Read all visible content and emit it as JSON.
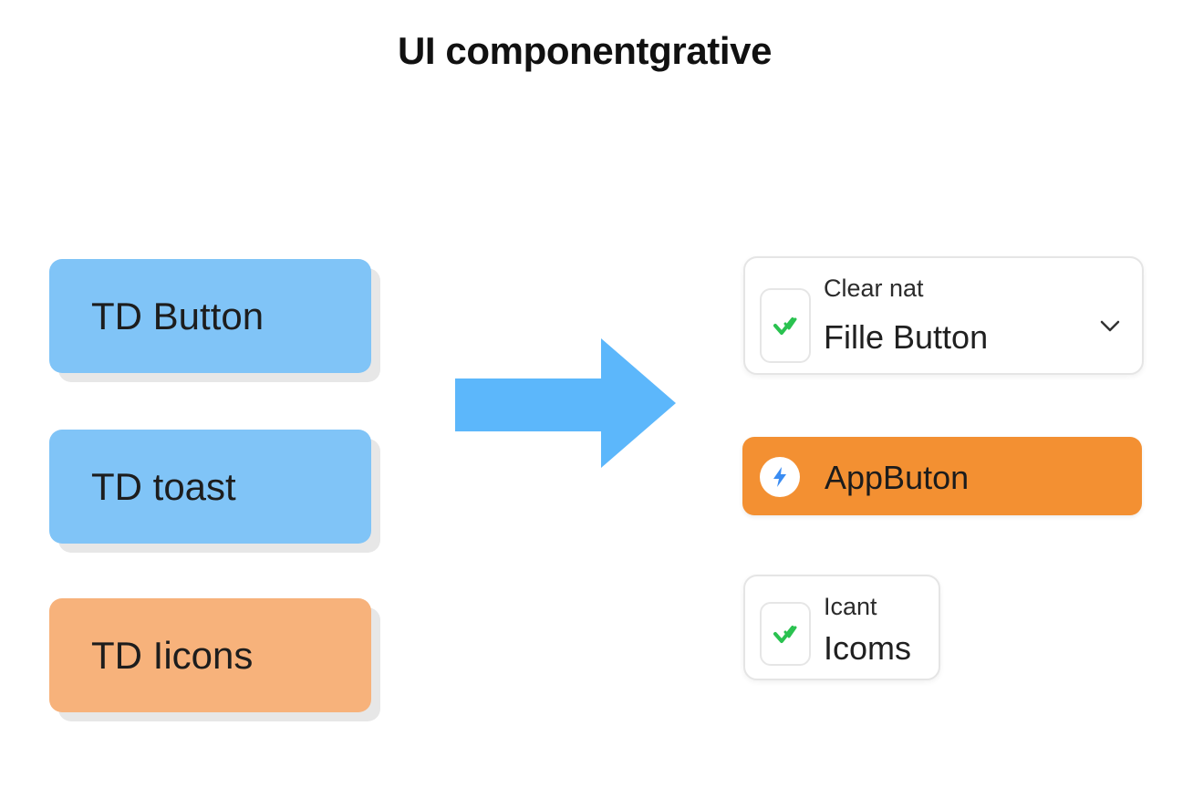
{
  "title": "UI componentgrative",
  "left_cards": [
    {
      "label": "TD Button",
      "color": "#80c4f7"
    },
    {
      "label": "TD toast",
      "color": "#80c4f7"
    },
    {
      "label": "TD Iicons",
      "color": "#f7b27b"
    }
  ],
  "arrow": {
    "color": "#5cb7fb",
    "direction": "right"
  },
  "right": {
    "select_card": {
      "caption": "Clear nat",
      "label": "Fille Button",
      "icon": "checkmark-icon",
      "trailing_icon": "chevron-down-icon"
    },
    "app_button": {
      "label": "AppButon",
      "icon": "lightning-icon",
      "color": "#f39032"
    },
    "icons_card": {
      "caption": "Icant",
      "label": "Icoms",
      "icon": "checkmark-icon"
    }
  },
  "colors": {
    "check_green": "#2ac250",
    "bolt_blue": "#3a8cf2"
  }
}
